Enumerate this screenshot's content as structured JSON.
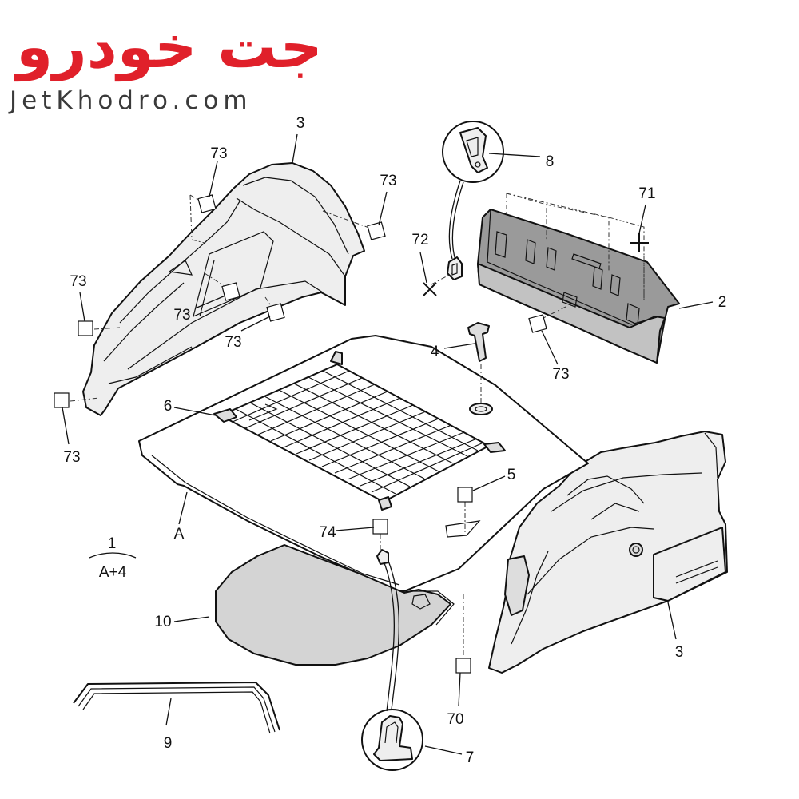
{
  "logo": {
    "persian_text": "جت خودرو",
    "latin_text": "JetKhodro.com",
    "color_red": "#e0202a",
    "color_gray": "#3a3a3a"
  },
  "diagram": {
    "colors": {
      "outline": "#111111",
      "panel_fill": "#eeeeee",
      "panel_dark": "#9a9a9a",
      "mat_fill": "#d4d4d4",
      "background": "#ffffff"
    },
    "callouts": {
      "c1": "1",
      "c1_sub": "A+4",
      "c2": "2",
      "c3_top": "3",
      "c3_bottom": "3",
      "c4": "4",
      "c5": "5",
      "c6": "6",
      "c7": "7",
      "c8": "8",
      "c9": "9",
      "c10": "10",
      "c70": "70",
      "c71": "71",
      "c72": "72",
      "c73_a": "73",
      "c73_b": "73",
      "c73_c": "73",
      "c73_d": "73",
      "c73_e": "73",
      "c73_f": "73",
      "c73_g": "73",
      "c74": "74",
      "cA": "A"
    }
  }
}
